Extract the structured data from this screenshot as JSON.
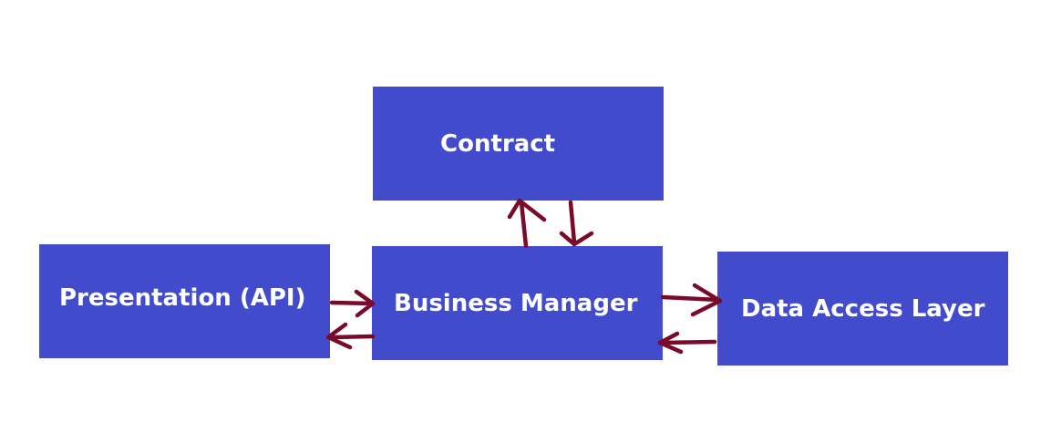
{
  "colors": {
    "box_fill": "#414bcc",
    "box_text": "#ffffff",
    "arrow": "#7a0a2a"
  },
  "nodes": {
    "contract": "Contract",
    "business_manager": "Business Manager",
    "presentation": "Presentation (API)",
    "data_access_layer": "Data Access Layer"
  }
}
